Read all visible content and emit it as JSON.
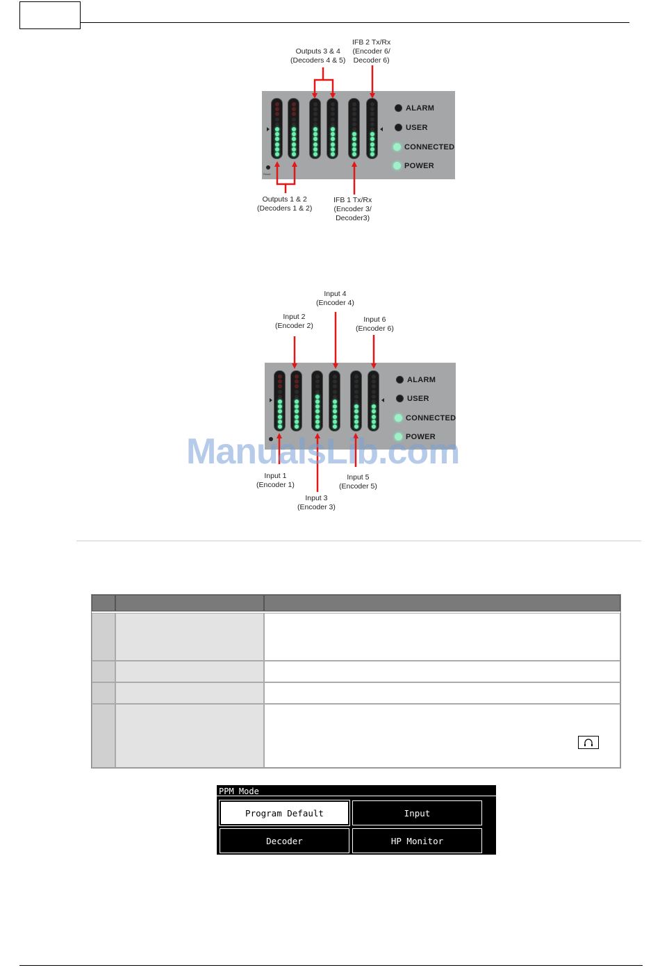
{
  "figure1": {
    "labels": {
      "outputs_3_4": [
        "Outputs 3 & 4",
        "(Decoders 4 & 5)"
      ],
      "ifb2": [
        "IFB 2 Tx/Rx",
        "(Encoder 6/",
        "Decoder 6)"
      ],
      "outputs_1_2": [
        "Outputs 1 & 2",
        "(Decoders 1 & 2)"
      ],
      "ifb1": [
        "IFB 1 Tx/Rx",
        "(Encoder 3/",
        "Decoder3)"
      ]
    }
  },
  "figure2": {
    "labels": {
      "input4": [
        "Input 4",
        "(Encoder 4)"
      ],
      "input2": [
        "Input 2",
        "(Encoder 2)"
      ],
      "input6": [
        "Input 6",
        "(Encoder 6)"
      ],
      "input1": [
        "Input 1",
        "(Encoder 1)"
      ],
      "input5": [
        "Input 5",
        "(Encoder 5)"
      ],
      "input3": [
        "Input 3",
        "(Encoder 3)"
      ]
    }
  },
  "panel": {
    "indicators": [
      "ALARM",
      "USER",
      "CONNECTED",
      "POWER"
    ],
    "indicator_states": [
      "off",
      "off",
      "on",
      "on"
    ],
    "reset_label": "Reset"
  },
  "watermark": "ManualsLib.com",
  "ppm_mode": {
    "title": "PPM Mode",
    "buttons": [
      "Program Default",
      "Input",
      "Decoder",
      "HP Monitor"
    ],
    "selected": "Program Default"
  },
  "colors": {
    "arrow": "#e01818",
    "led_on": "#6ff0b0",
    "panel": "#a4a6a8"
  }
}
